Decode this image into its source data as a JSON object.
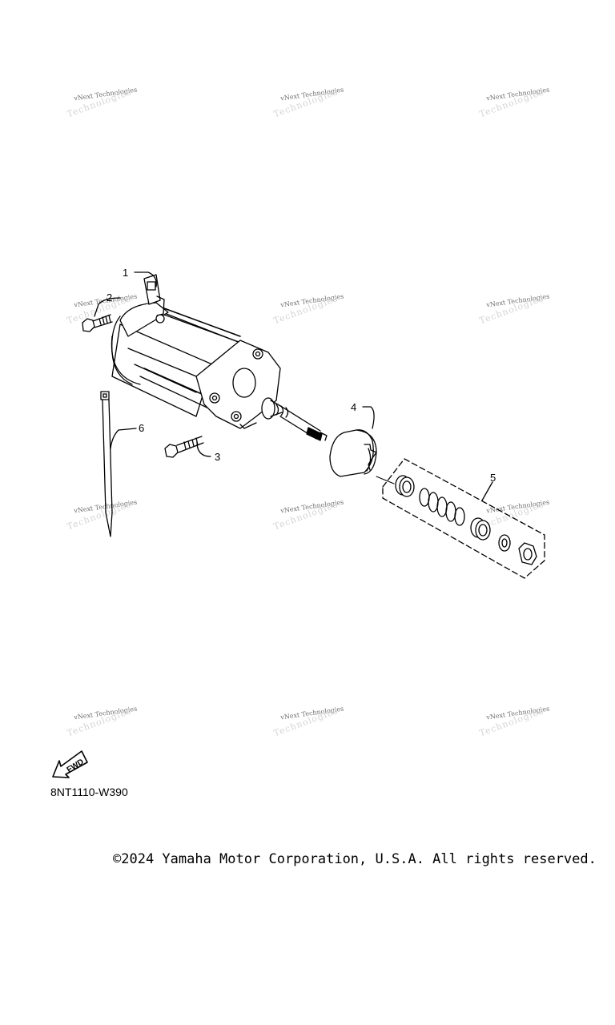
{
  "watermark": {
    "text": "vNext Technologies"
  },
  "callouts": [
    "1",
    "2",
    "3",
    "4",
    "5",
    "6"
  ],
  "fwd_label": "FWD",
  "diagram_code": "8NT1110-W390",
  "copyright": "©2024 Yamaha Motor Corporation, U.S.A. All rights reserved."
}
